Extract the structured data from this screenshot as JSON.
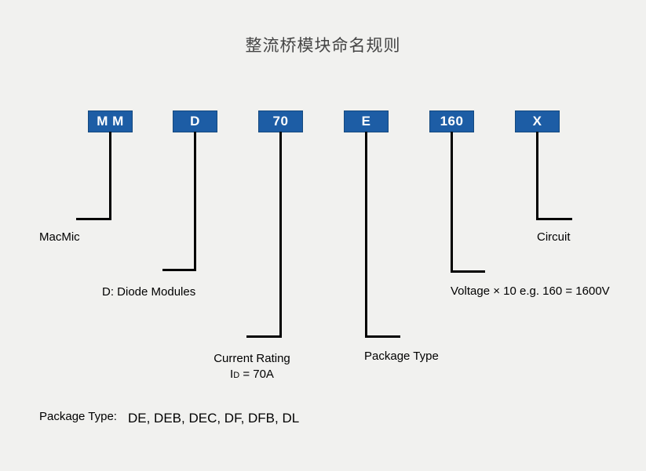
{
  "title": "整流桥模块命名规则",
  "colors": {
    "background": "#f1f1ef",
    "box_fill": "#1d5da5",
    "box_border": "#15497e",
    "box_text": "#ffffff",
    "connector_line": "#000000",
    "title_text": "#454545",
    "label_text": "#000000"
  },
  "segments": [
    {
      "code": "M M",
      "label": "MacMic"
    },
    {
      "code": "D",
      "label": "D: Diode Modules"
    },
    {
      "code": "70",
      "label_line1": "Current Rating",
      "label2_prefix": "I",
      "label2_sub": "D",
      "label2_suffix": " = 70A"
    },
    {
      "code": "E",
      "label": "Package Type"
    },
    {
      "code": "160",
      "label": "Voltage × 10 e.g. 160 = 1600V"
    },
    {
      "code": "X",
      "label": "Circuit"
    }
  ],
  "footer": {
    "prefix": "Package Type:",
    "values": "DE, DEB, DEC, DF, DFB, DL"
  }
}
